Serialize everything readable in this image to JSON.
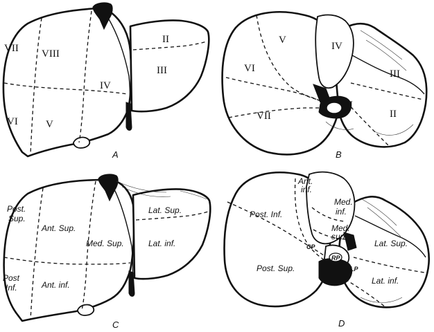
{
  "panels": {
    "a": {
      "label": "A",
      "segments": [
        "VII",
        "VIII",
        "IV",
        "II",
        "III",
        "VI",
        "V"
      ]
    },
    "b": {
      "label": "B",
      "segments": [
        "V",
        "IV",
        "VI",
        "III",
        "VII",
        "I",
        "II"
      ]
    },
    "c": {
      "label": "C",
      "segments": [
        "Post.",
        "Sup.",
        "Ant. Sup.",
        "Med. Sup.",
        "Lat. Sup.",
        "Lat. inf.",
        "Post",
        "Inf.",
        "Ant. inf."
      ]
    },
    "d": {
      "label": "D",
      "segments": [
        "Ant.",
        "inf.",
        "Med.",
        "inf.",
        "Post. Inf.",
        "Med.",
        "sup.",
        "Lat. Sup.",
        "CP",
        "RP",
        "LP",
        "Post. Sup.",
        "Lat. inf."
      ]
    }
  }
}
